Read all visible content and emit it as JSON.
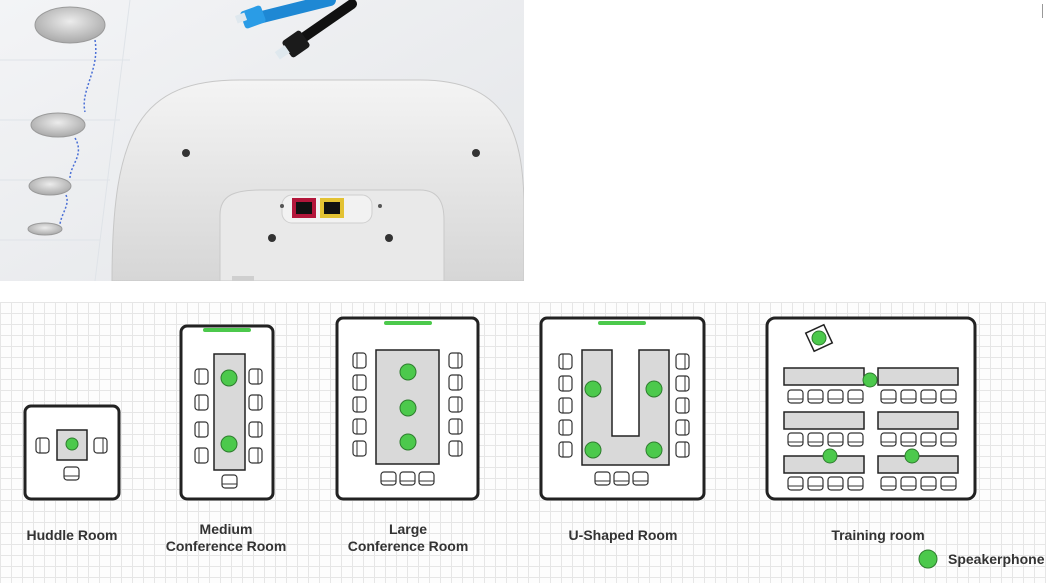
{
  "rooms": {
    "huddle": {
      "label": "Huddle Room"
    },
    "medium": {
      "line1": "Medium",
      "line2": "Conference Room"
    },
    "large": {
      "line1": "Large",
      "line2": "Conference Room"
    },
    "ushaped": {
      "label": "U-Shaped Room"
    },
    "training": {
      "label": "Training room"
    }
  },
  "legend": {
    "label": "Speakerphone"
  },
  "colors": {
    "speakerphone": "#4cc94c",
    "room_border": "#222222",
    "table_fill": "#d9d9d9",
    "indicator": "#4cc94c"
  }
}
